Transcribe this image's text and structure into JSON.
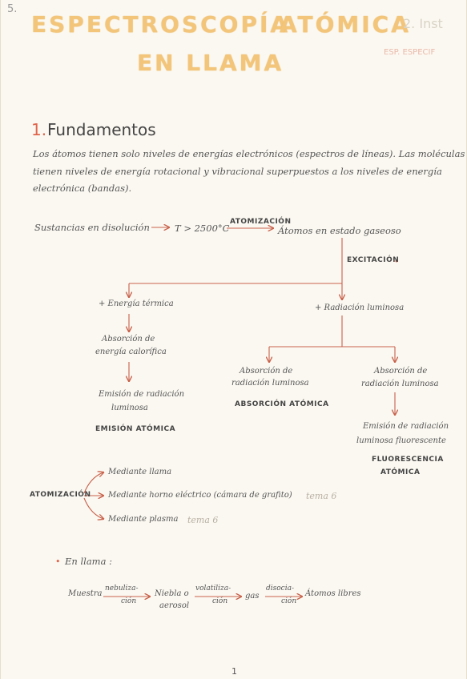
{
  "corner_page_number": "5.",
  "title": {
    "line1a": "ESPECTROSCOPÍA",
    "line1b": "ATÓMICA",
    "line2": "EN LLAMA"
  },
  "ghost": {
    "faded_text": "2. Inst",
    "faded_stamp": "ESP. ESPECIF"
  },
  "section": {
    "number": "1.",
    "title": "Fundamentos"
  },
  "intro": {
    "line1": "Los átomos tienen solo niveles de energías electrónicos (espectros de líneas). Las moléculas",
    "line2": "tienen niveles de energía rotacional y vibracional superpuestos a los niveles de energía",
    "line3": "electrónica (bandas)."
  },
  "flow": {
    "start": "Sustancias en disolución",
    "temp": "T > 2500°C",
    "atomizacion_arrow": "ATOMIZACIÓN",
    "atoms_gas": "Átomos en estado gaseoso",
    "excitacion": "EXCITACIÓN",
    "energia_termica": "+ Energía térmica",
    "radiacion_luminosa": "+ Radiación luminosa",
    "absorcion_calor_1": "Absorción de",
    "absorcion_calor_2": "energía calorífica",
    "emision_rad_1": "Emisión de radiación",
    "emision_rad_2": "luminosa",
    "emision_atomica": "EMISIÓN ATÓMICA",
    "abs_rad_a1": "Absorción de",
    "abs_rad_a2": "radiación luminosa",
    "absorcion_atomica": "ABSORCIÓN ATÓMICA",
    "abs_rad_b1": "Absorción de",
    "abs_rad_b2": "radiación luminosa",
    "emision_fluor_1": "Emisión de radiación",
    "emision_fluor_2": "luminosa fluorescente",
    "fluorescencia_1": "FLUORESCENCIA",
    "fluorescencia_2": "ATÓMICA"
  },
  "atomizacion": {
    "label": "ATOMIZACIÓN",
    "opt1": "Mediante llama",
    "opt2": "Mediante horno eléctrico (cámara de grafito)",
    "opt2_note": "tema 6",
    "opt3": "Mediante plasma",
    "opt3_note": "tema 6"
  },
  "en_llama": {
    "bullet": "•",
    "label": "En llama :",
    "muestra": "Muestra",
    "nebuliza_1": "nebuliza-",
    "nebuliza_2": "ción",
    "niebla_1": "Niebla o",
    "niebla_2": "aerosol",
    "volatiliza_1": "volatiliza-",
    "volatiliza_2": "ción",
    "gas": "gas",
    "disocia_1": "disocia-",
    "disocia_2": "ción",
    "atomos_libres": "Átomos libres"
  },
  "page_number": "1",
  "colors": {
    "arrow": "#c8614a",
    "title": "#f2c57a",
    "accent": "#e0644a"
  }
}
